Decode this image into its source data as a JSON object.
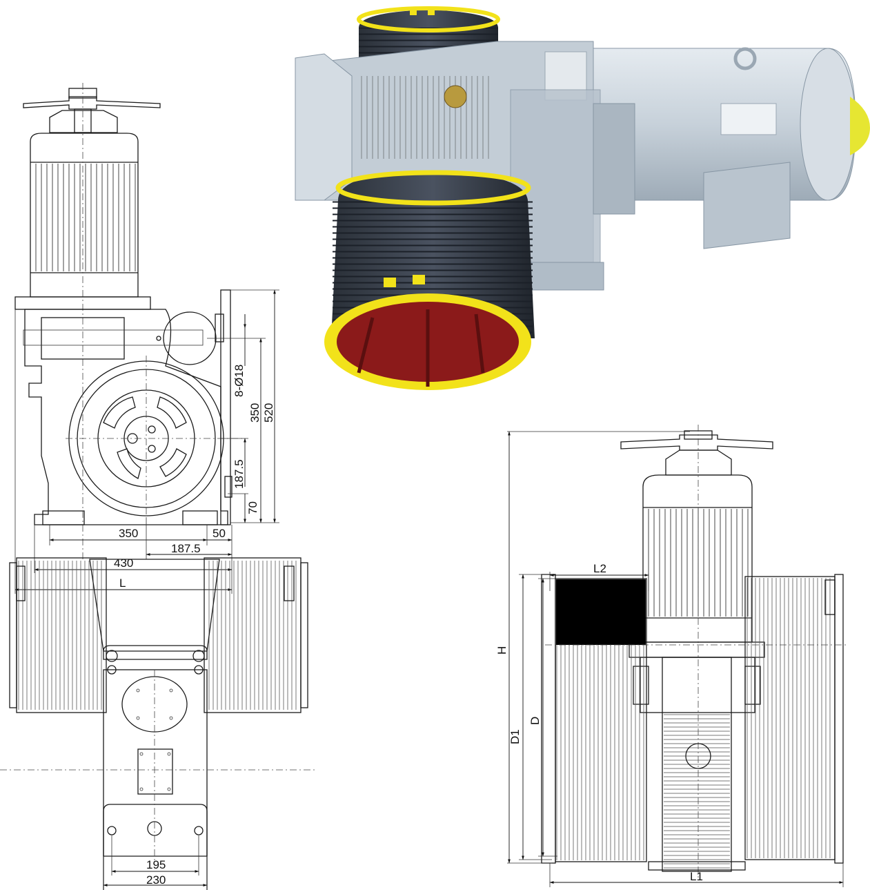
{
  "side_view": {
    "dims": {
      "bolt_holes": "8-Ø18",
      "height_350": "350",
      "height_520": "520",
      "height_187_5": "187.5",
      "height_70": "70",
      "width_350": "350",
      "width_50": "50",
      "width_187_5": "187.5",
      "width_430": "430",
      "width_L": "L"
    }
  },
  "bottom_view": {
    "dims": {
      "width_195": "195",
      "width_230": "230"
    }
  },
  "front_view": {
    "dims": {
      "H": "H",
      "L2": "L2",
      "D1": "D1",
      "D": "D",
      "L1": "L1"
    }
  },
  "photo": {
    "colors": {
      "motor_body": "#c9d3dc",
      "drum": "#2f3640",
      "rim": "#f2e21a",
      "drum_interior": "#8b1a1a"
    }
  }
}
